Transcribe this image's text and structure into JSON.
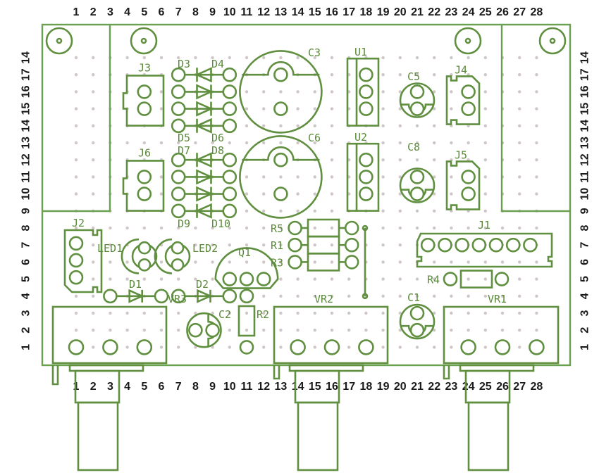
{
  "title": "Stripboard / perfboard component layout",
  "colors": {
    "silkscreen": "#5f8f3f",
    "outline": "#6aa050",
    "grid_dot": "#cfc6c6",
    "axis_text": "#1a1a1a"
  },
  "grid": {
    "columns": [
      "1",
      "2",
      "3",
      "4",
      "5",
      "6",
      "7",
      "8",
      "9",
      "10",
      "11",
      "12",
      "13",
      "14",
      "15",
      "16",
      "17",
      "18",
      "19",
      "20",
      "21",
      "22",
      "23",
      "24",
      "25",
      "26",
      "27",
      "28"
    ],
    "rows": [
      "14",
      "17",
      "16",
      "15",
      "14",
      "13",
      "12",
      "11",
      "10",
      "9",
      "8",
      "7",
      "6",
      "5",
      "4",
      "3",
      "2",
      "1"
    ]
  },
  "components": {
    "J3": {
      "label": "J3",
      "type": "header-2pin"
    },
    "J6": {
      "label": "J6",
      "type": "header-2pin"
    },
    "D3": {
      "label": "D3"
    },
    "D4": {
      "label": "D4"
    },
    "D5": {
      "label": "D5"
    },
    "D6": {
      "label": "D6"
    },
    "D7": {
      "label": "D7"
    },
    "D8": {
      "label": "D8"
    },
    "D9": {
      "label": "D9"
    },
    "D10": {
      "label": "D10"
    },
    "C3": {
      "label": "C3",
      "type": "electrolytic-large"
    },
    "C6": {
      "label": "C6",
      "type": "electrolytic-large"
    },
    "U1": {
      "label": "U1",
      "type": "regulator-TO220"
    },
    "U2": {
      "label": "U2",
      "type": "regulator-TO220"
    },
    "C5": {
      "label": "C5",
      "type": "capacitor-small"
    },
    "C8": {
      "label": "C8",
      "type": "capacitor-small"
    },
    "J4": {
      "label": "J4",
      "type": "header-2pin"
    },
    "J5": {
      "label": "J5",
      "type": "header-2pin"
    },
    "J2": {
      "label": "J2",
      "type": "header-3pin"
    },
    "LED1": {
      "label": "LED1"
    },
    "LED2": {
      "label": "LED2"
    },
    "Q1": {
      "label": "Q1",
      "type": "transistor-TO92"
    },
    "R5": {
      "label": "R5"
    },
    "R1": {
      "label": "R1"
    },
    "R3": {
      "label": "R3"
    },
    "R4": {
      "label": "R4"
    },
    "R2": {
      "label": "R2"
    },
    "J1": {
      "label": "J1",
      "type": "header-7pin"
    },
    "D1": {
      "label": "D1"
    },
    "D2": {
      "label": "D2"
    },
    "VR1": {
      "label": "VR1",
      "type": "potentiometer"
    },
    "VR2": {
      "label": "VR2",
      "type": "potentiometer"
    },
    "VR3": {
      "label": "VR3",
      "type": "potentiometer"
    },
    "C1": {
      "label": "C1",
      "type": "capacitor-small"
    },
    "C2": {
      "label": "C2",
      "type": "capacitor-small"
    }
  }
}
